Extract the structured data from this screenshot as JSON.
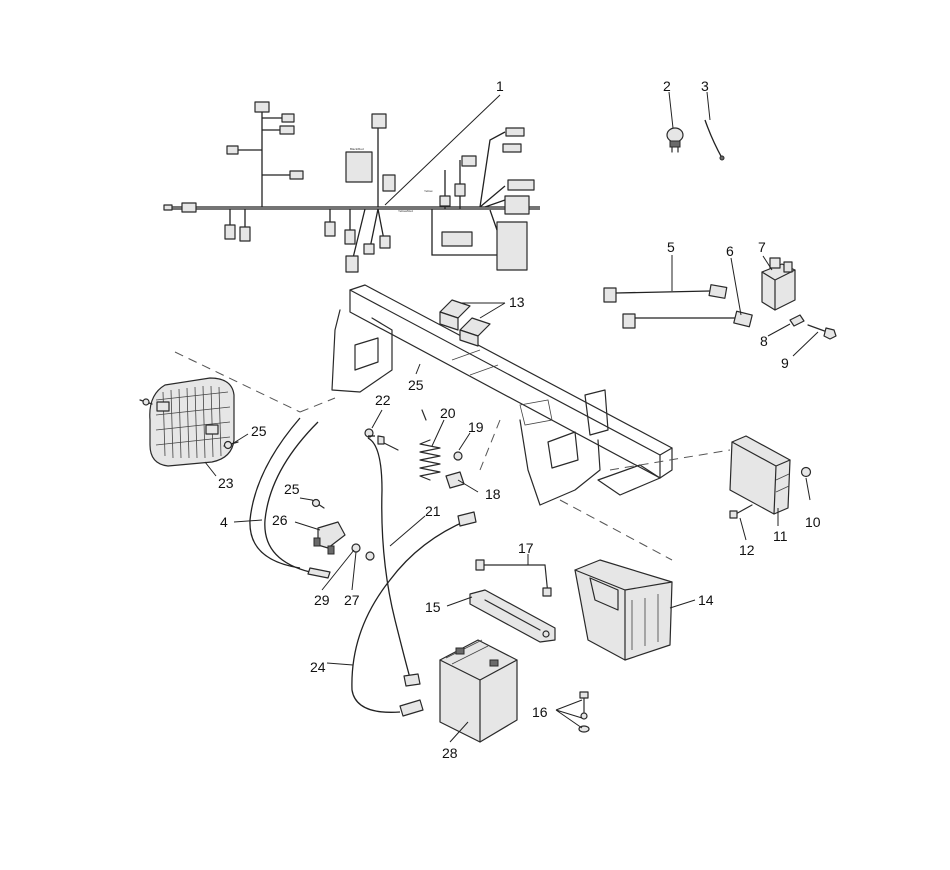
{
  "callouts": [
    {
      "id": "1",
      "label": "1"
    },
    {
      "id": "2",
      "label": "2"
    },
    {
      "id": "3",
      "label": "3"
    },
    {
      "id": "4",
      "label": "4"
    },
    {
      "id": "5",
      "label": "5"
    },
    {
      "id": "6",
      "label": "6"
    },
    {
      "id": "7",
      "label": "7"
    },
    {
      "id": "8",
      "label": "8"
    },
    {
      "id": "9",
      "label": "9"
    },
    {
      "id": "10",
      "label": "10"
    },
    {
      "id": "11",
      "label": "11"
    },
    {
      "id": "12",
      "label": "12"
    },
    {
      "id": "13",
      "label": "13"
    },
    {
      "id": "14",
      "label": "14"
    },
    {
      "id": "15",
      "label": "15"
    },
    {
      "id": "16",
      "label": "16"
    },
    {
      "id": "17",
      "label": "17"
    },
    {
      "id": "18",
      "label": "18"
    },
    {
      "id": "19",
      "label": "19"
    },
    {
      "id": "20",
      "label": "20"
    },
    {
      "id": "21",
      "label": "21"
    },
    {
      "id": "22",
      "label": "22"
    },
    {
      "id": "23",
      "label": "23"
    },
    {
      "id": "24",
      "label": "24"
    },
    {
      "id": "25a",
      "label": "25"
    },
    {
      "id": "25b",
      "label": "25"
    },
    {
      "id": "25c",
      "label": "25"
    },
    {
      "id": "26",
      "label": "26"
    },
    {
      "id": "27",
      "label": "27"
    },
    {
      "id": "28",
      "label": "28"
    },
    {
      "id": "29",
      "label": "29"
    }
  ]
}
